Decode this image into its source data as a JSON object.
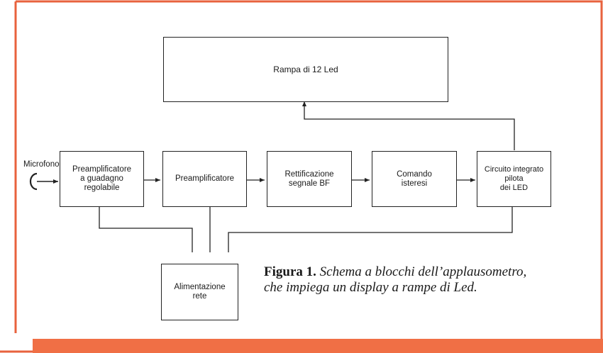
{
  "colors": {
    "frame": "#e8623d",
    "bottom_band": "#f06f45",
    "lines": "#222222"
  },
  "diagram": {
    "microphone_label": "Microfono",
    "blocks": {
      "rampa": "Rampa di 12 Led",
      "preamp_reg": "Preamplificatore\na guadagno\nregolabile",
      "preamp": "Preamplificatore",
      "rettif": "Rettificazione\nsegnale BF",
      "comando": "Comando\nisteresi",
      "circuito": "Circuito integrato\npilota\ndei LED",
      "alimentazione": "Alimentazione\nrete"
    }
  },
  "caption": {
    "figure": "Figura 1.",
    "text": "Schema a blocchi dell’applausometro, che impiega un display a rampe di Led."
  }
}
